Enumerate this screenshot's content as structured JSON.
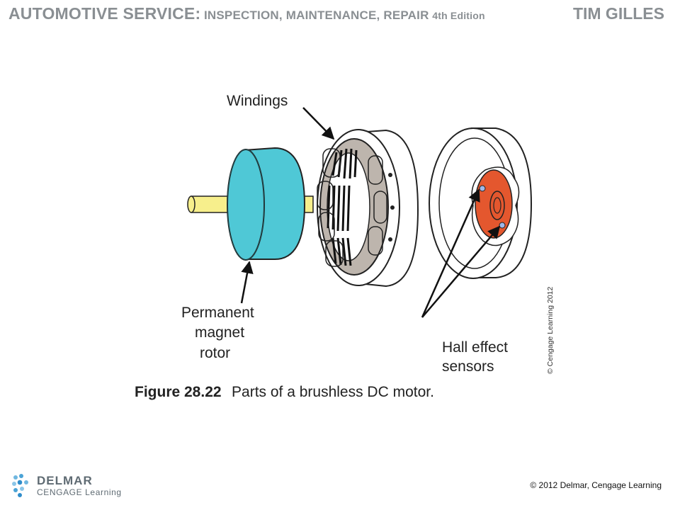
{
  "header": {
    "title_main": "AUTOMOTIVE SERVICE:",
    "title_sub": "INSPECTION, MAINTENANCE, REPAIR",
    "edition": "4th Edition",
    "author": "TIM GILLES"
  },
  "figure": {
    "labels": {
      "windings": "Windings",
      "rotor_line1": "Permanent",
      "rotor_line2": "magnet",
      "rotor_line3": "rotor",
      "hall_line1": "Hall effect",
      "hall_line2": "sensors"
    },
    "caption_number": "Figure 28.22",
    "caption_text": "Parts of a brushless DC motor.",
    "vertical_credit": "© Cengage Learning 2012",
    "colors": {
      "rotor": "#4fc8d6",
      "shaft": "#f7ef8c",
      "windings": "#bdb5ad",
      "sensor_plate": "#e4572e",
      "sensor_dot": "#9fb8e8"
    }
  },
  "footer": {
    "logo_name": "DELMAR",
    "logo_sub": "CENGAGE Learning",
    "copyright": "© 2012 Delmar, Cengage Learning"
  }
}
